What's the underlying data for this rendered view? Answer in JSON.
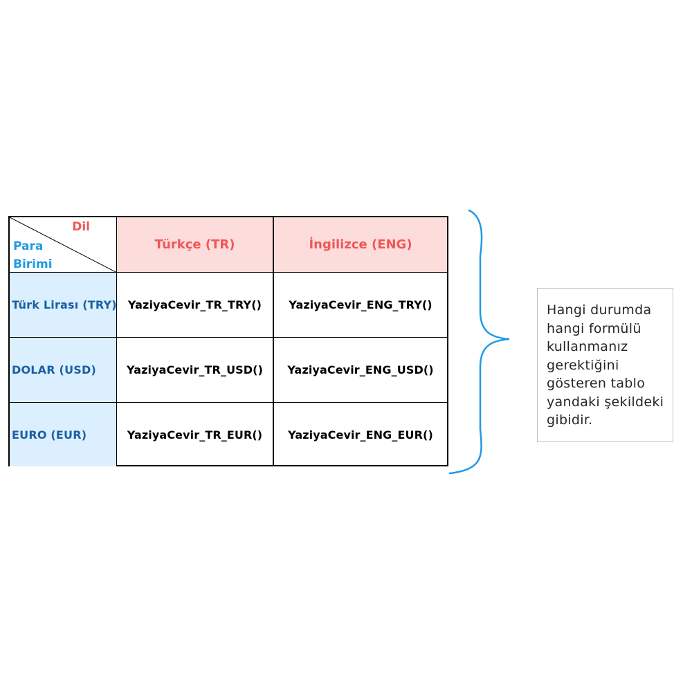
{
  "table": {
    "corner": {
      "top_label": "Dil",
      "bottom_label": "Para Birimi"
    },
    "columns": [
      "Türkçe (TR)",
      "İngilizce (ENG)"
    ],
    "rows": [
      {
        "label": "Türk Lirası (TRY)",
        "cells": [
          "YaziyaCevir_TR_TRY()",
          "YaziyaCevir_ENG_TRY()"
        ]
      },
      {
        "label": "DOLAR (USD)",
        "cells": [
          "YaziyaCevir_TR_USD()",
          "YaziyaCevir_ENG_USD()"
        ]
      },
      {
        "label": "EURO (EUR)",
        "cells": [
          "YaziyaCevir_TR_EUR()",
          "YaziyaCevir_ENG_EUR()"
        ]
      }
    ]
  },
  "note": {
    "text": "Hangi durumda hangi formülü kullanmanız gerektiğini gösteren tablo yandaki şekildeki gibidir."
  },
  "colors": {
    "header_bg": "#fddcdc",
    "header_text": "#ef5757",
    "row_header_bg": "#dcefff",
    "row_header_text": "#1b5fa2",
    "brace": "#1f9ae4"
  }
}
